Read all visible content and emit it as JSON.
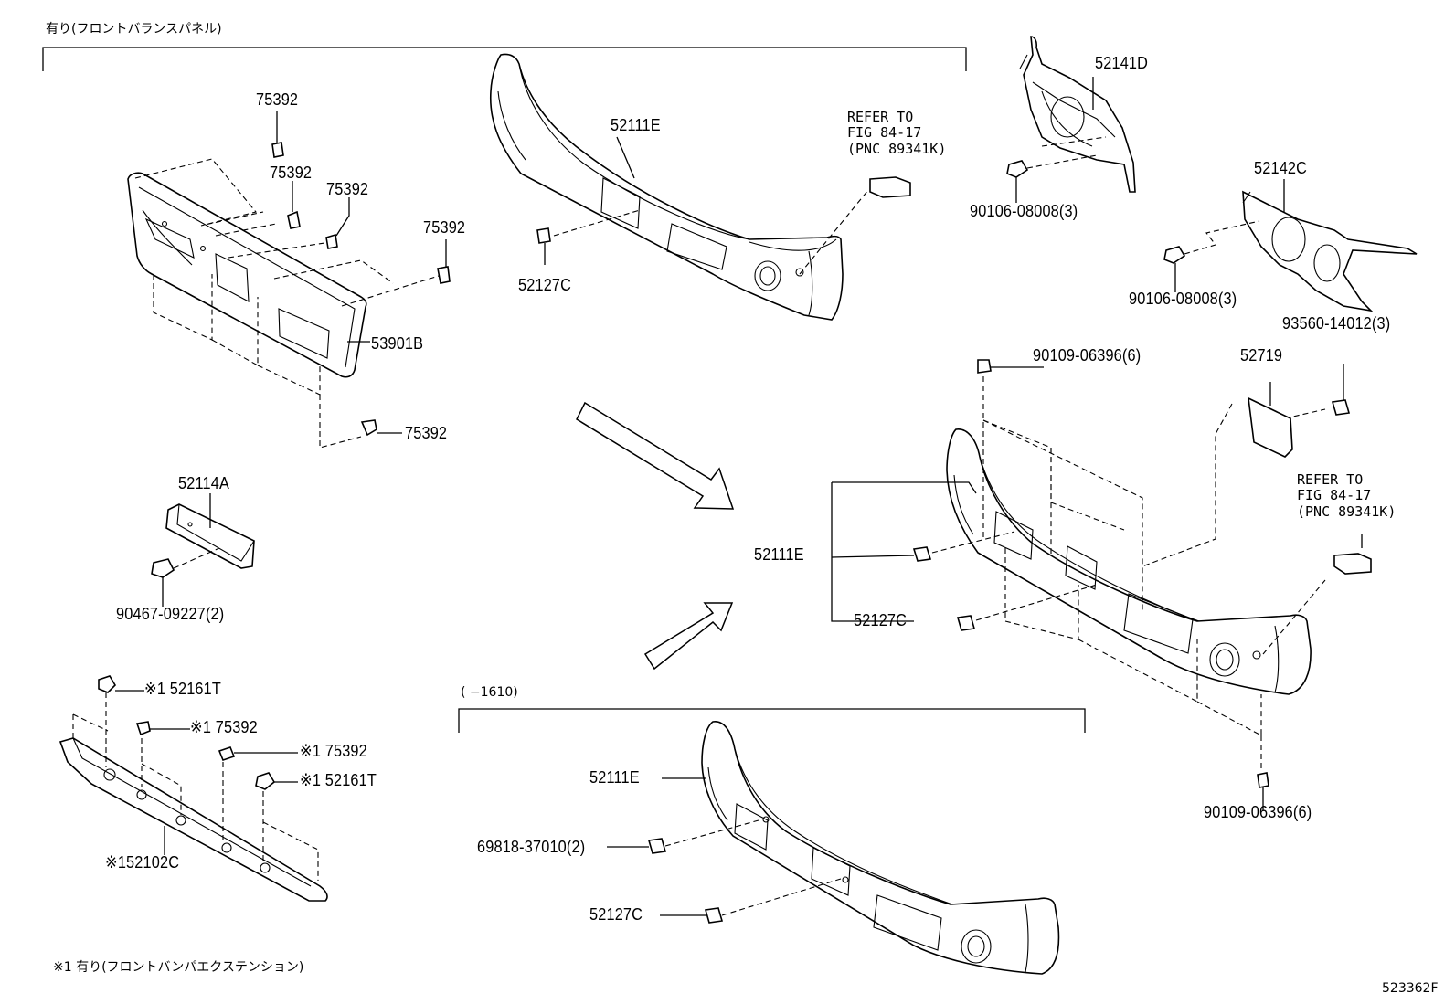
{
  "captions": {
    "top_bracket": "有り(フロントバランスパネル)",
    "bottom_bracket": "(      −1610)",
    "footnote": "※1 有り(フロントバンパエクステンション)",
    "figure_id": "523362F"
  },
  "parts": {
    "p75392_a": "75392",
    "p75392_b": "75392",
    "p75392_c": "75392",
    "p75392_d": "75392",
    "p75392_e": "75392",
    "p53901b": "53901B",
    "p52111e_top": "52111E",
    "p52127c_top": "52127C",
    "p52141d": "52141D",
    "p90106_a": "90106-08008(3)",
    "p52142c": "52142C",
    "p90106_b": "90106-08008(3)",
    "p93560": "93560-14012(3)",
    "p90109_a": "90109-06396(6)",
    "p52719": "52719",
    "p52111e_mid": "52111E",
    "p52127c_mid": "52127C",
    "p90109_b": "90109-06396(6)",
    "p52114a": "52114A",
    "p90467": "90467-09227(2)",
    "p52161t_a": "※1 52161T",
    "p75392_f": "※1 75392",
    "p75392_g": "※1 75392",
    "p52161t_b": "※1 52161T",
    "p52102c": "※152102C",
    "p52111e_bot": "52111E",
    "p69818": "69818-37010(2)",
    "p52127c_bot": "52127C"
  },
  "refs": {
    "top": [
      "REFER TO",
      "FIG 84-17",
      "(PNC 89341K)"
    ],
    "mid": [
      "REFER TO",
      "FIG 84-17",
      "(PNC 89341K)"
    ]
  }
}
